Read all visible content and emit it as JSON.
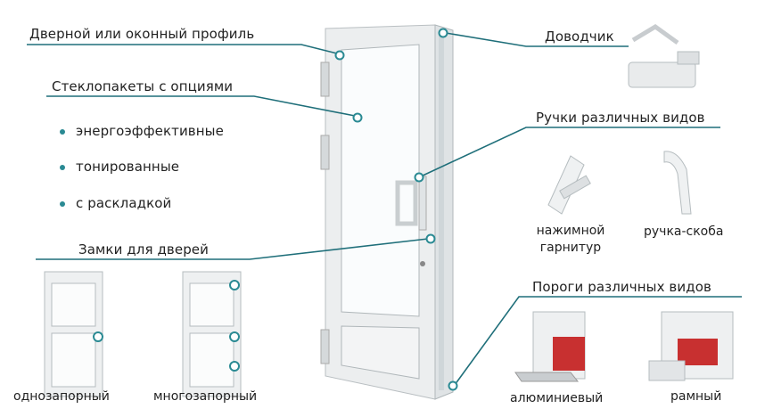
{
  "labels": {
    "profile": "Дверной или оконный профиль",
    "glass": "Стеклопакеты с опциями",
    "glass_options": [
      "энергоэффективные",
      "тонированные",
      "с раскладкой"
    ],
    "locks": "Замки для дверей",
    "lock_single": "однозапорный",
    "lock_multi": "многозапорный",
    "closer": "Доводчик",
    "handles": "Ручки различных видов",
    "handle_push": "нажимной гарнитур",
    "handle_bracket": "ручка-скоба",
    "thresholds": "Пороги различных видов",
    "threshold_aluminum": "алюминиевый",
    "threshold_frame": "рамный"
  },
  "colors": {
    "leader": "#1f6f7a",
    "bullet": "#2a8a93",
    "profile": "#e6e9ea"
  }
}
